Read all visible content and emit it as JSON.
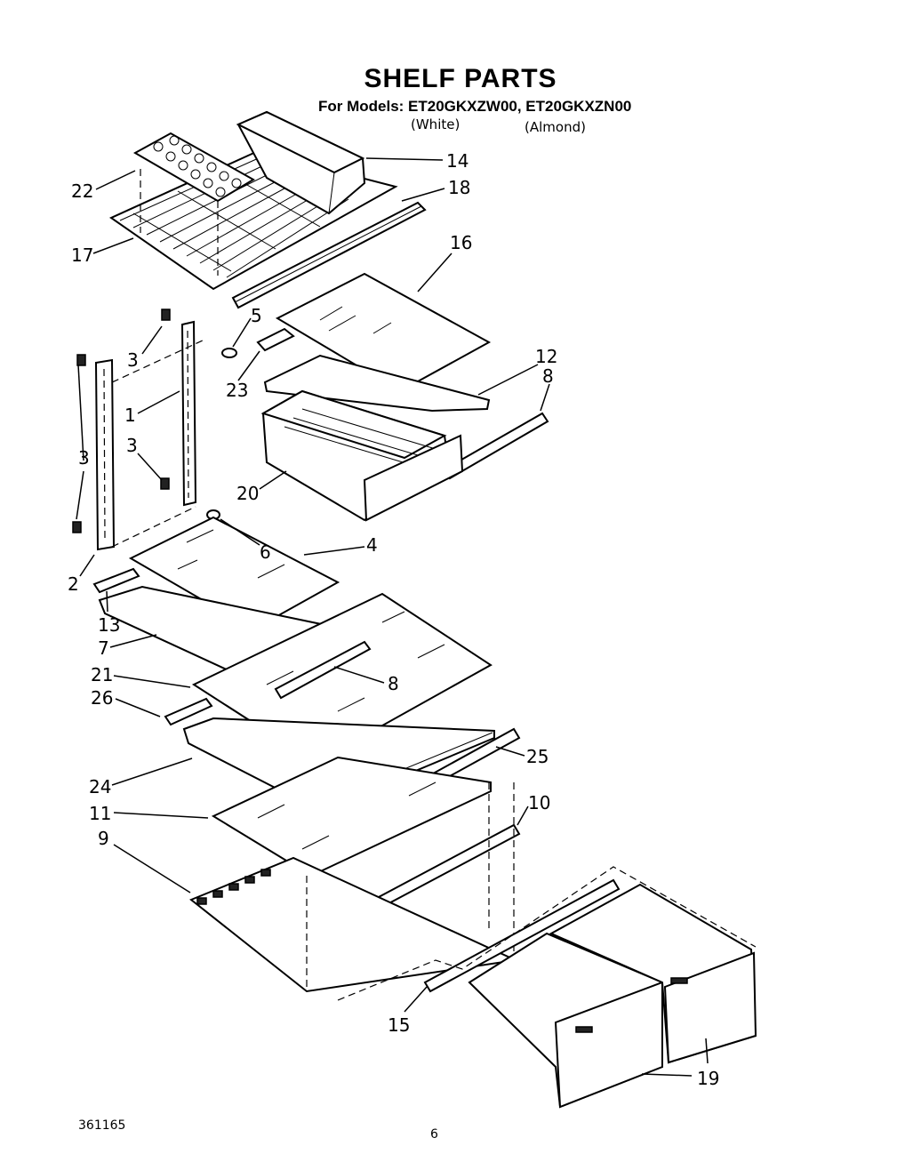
{
  "header": {
    "title": "SHELF PARTS",
    "models_line": "For Models: ET20GKXZW00, ET20GKXZN00",
    "color_white": "(White)",
    "color_almond": "(Almond)"
  },
  "footer": {
    "doc_number": "361165",
    "page_number": "6"
  },
  "callouts": [
    "14",
    "18",
    "22",
    "17",
    "16",
    "5",
    "3",
    "23",
    "12",
    "8",
    "1",
    "3",
    "3",
    "20",
    "2",
    "6",
    "4",
    "13",
    "7",
    "21",
    "8",
    "26",
    "25",
    "24",
    "10",
    "11",
    "9",
    "15",
    "19"
  ]
}
